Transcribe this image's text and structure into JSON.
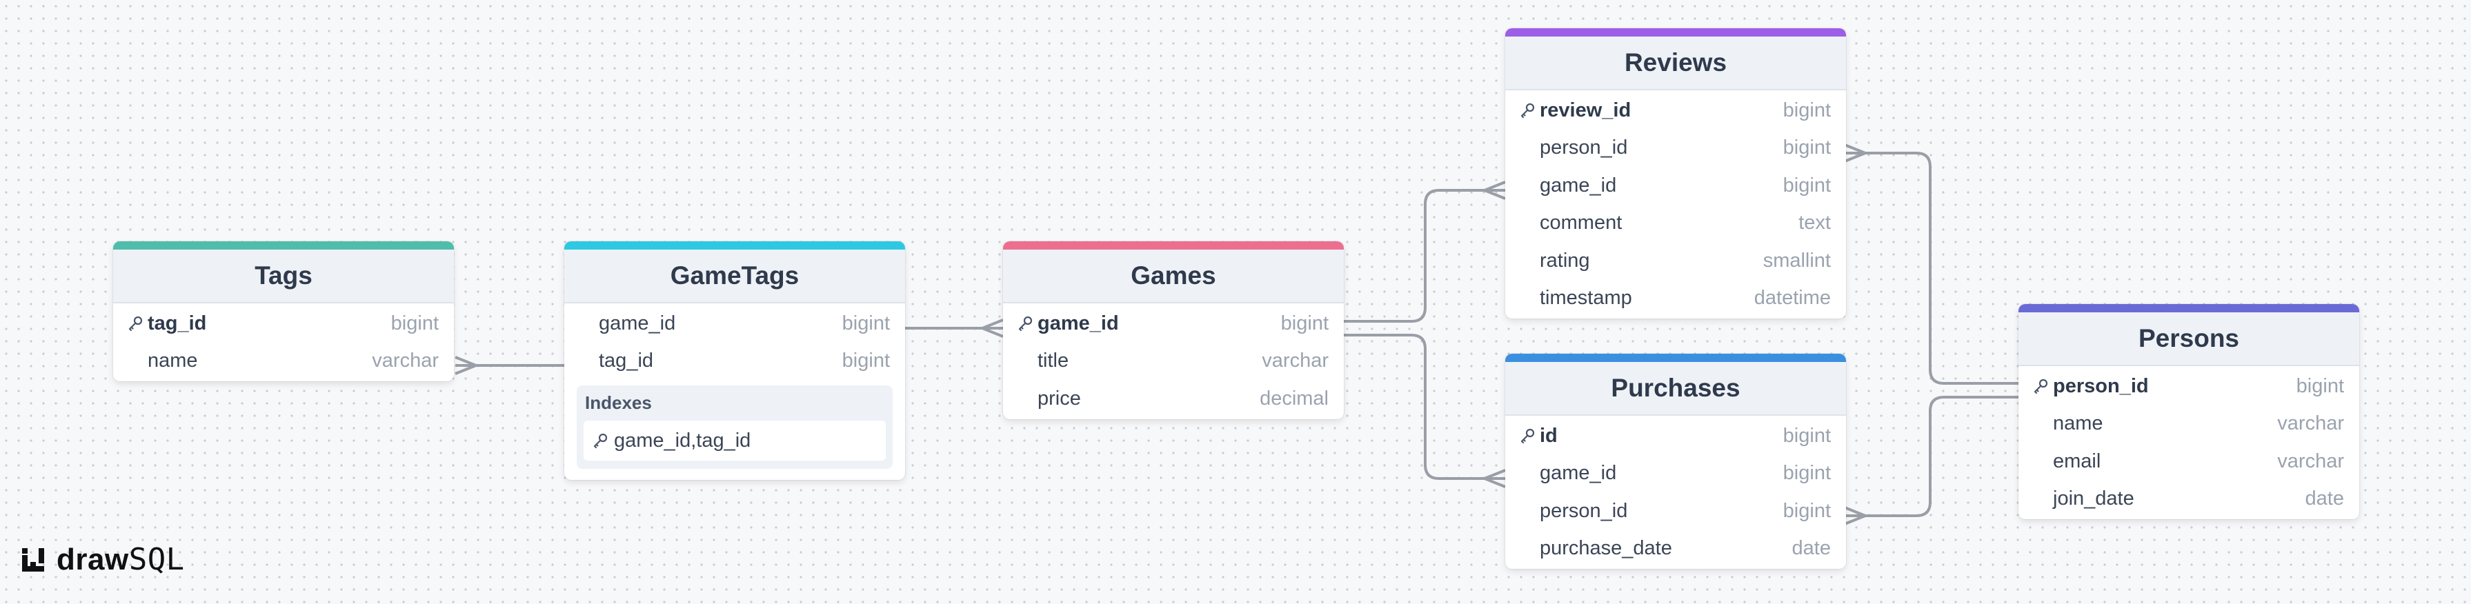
{
  "brand": {
    "part1": "draw",
    "part2": "SQL"
  },
  "colors": {
    "tags": "#4fbdaa",
    "gametags": "#2ec8e2",
    "games": "#ec6f8f",
    "reviews": "#9c5ee6",
    "purchases": "#3b8fe0",
    "persons": "#6a6ad6"
  },
  "tables": {
    "tags": {
      "title": "Tags",
      "columns": [
        {
          "name": "tag_id",
          "type": "bigint",
          "pk": true
        },
        {
          "name": "name",
          "type": "varchar"
        }
      ]
    },
    "gametags": {
      "title": "GameTags",
      "columns": [
        {
          "name": "game_id",
          "type": "bigint"
        },
        {
          "name": "tag_id",
          "type": "bigint"
        }
      ],
      "indexes_title": "Indexes",
      "indexes": [
        "game_id,tag_id"
      ]
    },
    "games": {
      "title": "Games",
      "columns": [
        {
          "name": "game_id",
          "type": "bigint",
          "pk": true
        },
        {
          "name": "title",
          "type": "varchar"
        },
        {
          "name": "price",
          "type": "decimal"
        }
      ]
    },
    "reviews": {
      "title": "Reviews",
      "columns": [
        {
          "name": "review_id",
          "type": "bigint",
          "pk": true
        },
        {
          "name": "person_id",
          "type": "bigint"
        },
        {
          "name": "game_id",
          "type": "bigint"
        },
        {
          "name": "comment",
          "type": "text"
        },
        {
          "name": "rating",
          "type": "smallint"
        },
        {
          "name": "timestamp",
          "type": "datetime"
        }
      ]
    },
    "purchases": {
      "title": "Purchases",
      "columns": [
        {
          "name": "id",
          "type": "bigint",
          "pk": true
        },
        {
          "name": "game_id",
          "type": "bigint"
        },
        {
          "name": "person_id",
          "type": "bigint"
        },
        {
          "name": "purchase_date",
          "type": "date"
        }
      ]
    },
    "persons": {
      "title": "Persons",
      "columns": [
        {
          "name": "person_id",
          "type": "bigint",
          "pk": true
        },
        {
          "name": "name",
          "type": "varchar"
        },
        {
          "name": "email",
          "type": "varchar"
        },
        {
          "name": "join_date",
          "type": "date"
        }
      ]
    }
  }
}
